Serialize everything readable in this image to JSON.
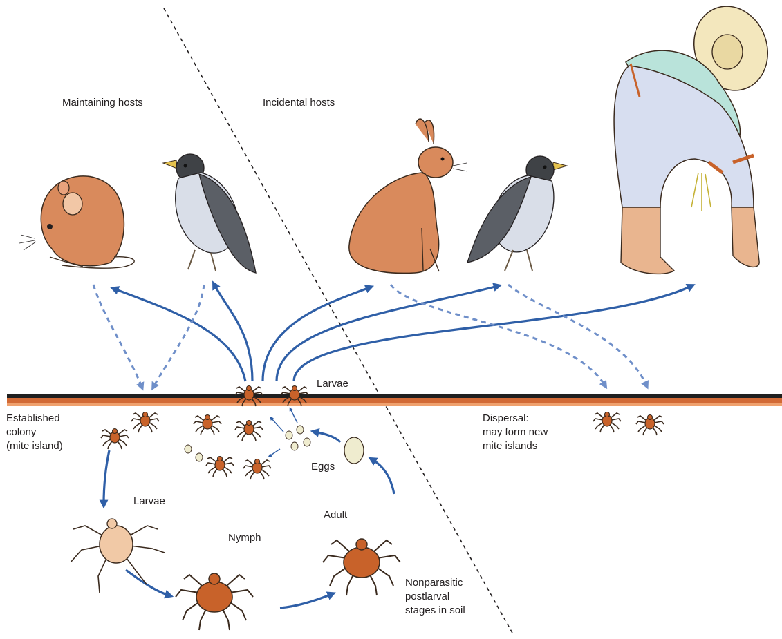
{
  "labels": {
    "maintaining_hosts": "Maintaining hosts",
    "incidental_hosts": "Incidental hosts",
    "larvae_top": "Larvae",
    "established_colony": [
      "Established",
      "colony",
      "(mite island)"
    ],
    "dispersal": [
      "Dispersal:",
      "may form new",
      "mite islands"
    ],
    "eggs": "Eggs",
    "adult": "Adult",
    "larvae_bottom": "Larvae",
    "nymph": "Nymph",
    "nonparasitic": [
      "Nonparasitic",
      "postlarval",
      "stages in soil"
    ]
  },
  "colors": {
    "arrow_blue": "#2f5fa7",
    "dashed_arrow_blue": "#6f8fc9",
    "mite_orange": "#c8622a",
    "mite_dark": "#3a2a1e",
    "animal_tan": "#d98a5c",
    "bird_gray": "#5b5f66",
    "soil_orange": "#d26a36",
    "soil_line": "#1f1f1f",
    "egg": "#efeccf"
  },
  "icons": [
    "mouse-icon",
    "bird-icon",
    "rabbit-icon",
    "human-farmer-icon",
    "mite-icon",
    "egg-icon"
  ]
}
